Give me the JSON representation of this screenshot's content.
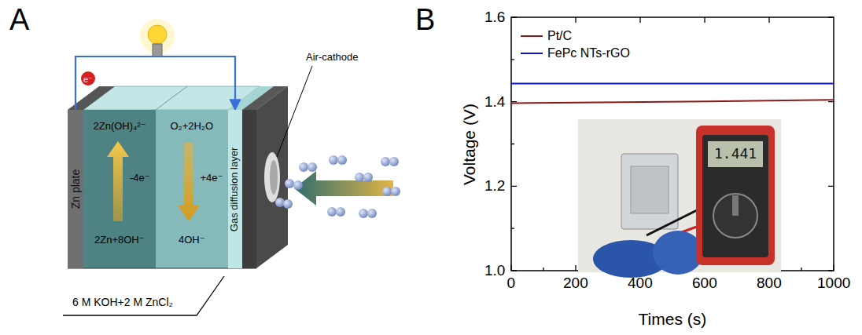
{
  "diagram": {
    "nodes": [
      {
        "text": [
          "Zn plate"
        ]
      },
      {
        "text": [
          "Gas diffusion layer"
        ]
      }
    ],
    "edges": [
      {
        "from": 0,
        "to": 1,
        "arrow": "to"
      }
    ],
    "labels": [
      "A",
      "e⁻",
      "2Zn(OH)₄²⁻",
      "-4e⁻",
      "2Zn+8OH⁻",
      "O₂+2H₂O",
      "+4e⁻",
      "4OH⁻",
      "Air-cathode",
      "6 M KOH+2 M ZnCl₂",
      "B",
      "1.0",
      "1.2",
      "1.4",
      "1.6",
      "0",
      "200",
      "400",
      "600",
      "800",
      "1000",
      "Voltage (V)",
      "Times (s)",
      "1.441"
    ],
    "legend": [
      {
        "text": "Pt/C"
      },
      {
        "text": "FePc NTs-rGO"
      }
    ]
  }
}
